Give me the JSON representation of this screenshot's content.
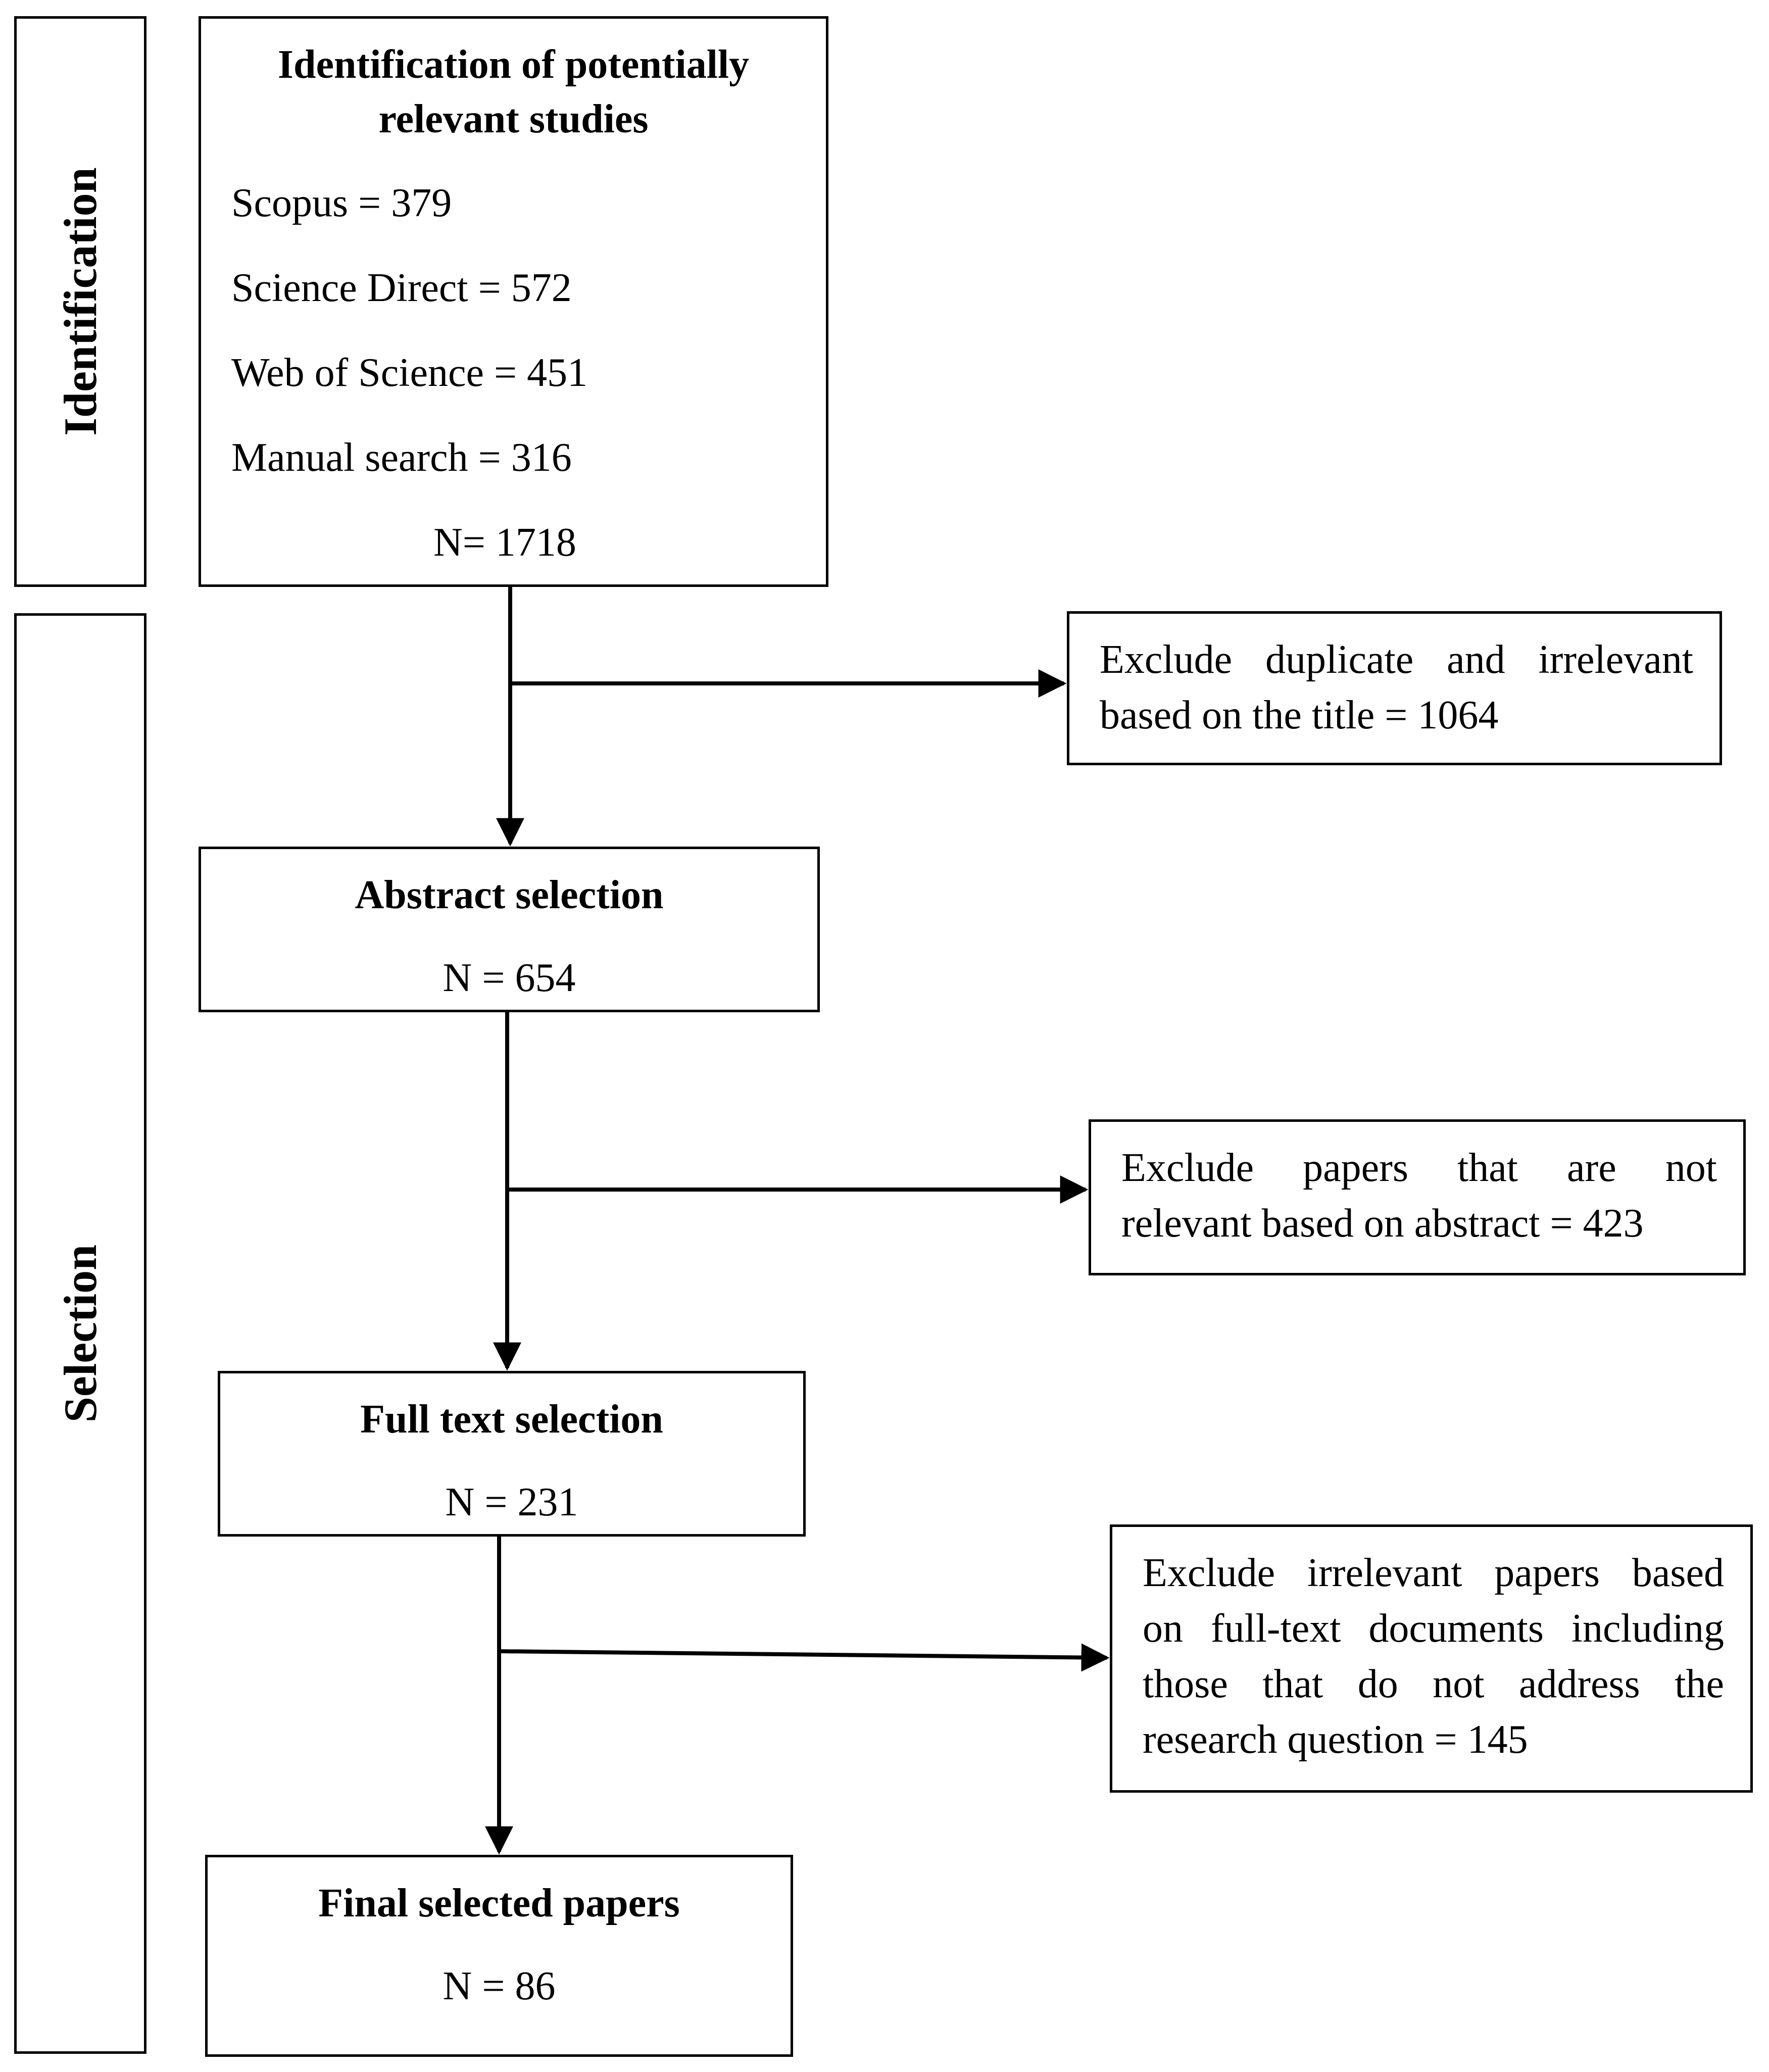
{
  "phases": {
    "identification": "Identification",
    "selection": "Selection"
  },
  "identification_box": {
    "title_line1": "Identification of potentially",
    "title_line2": "relevant studies",
    "sources": [
      "Scopus = 379",
      "Science Direct = 572",
      "Web of Science = 451",
      "Manual search = 316"
    ],
    "total": "N= 1718"
  },
  "exclusions": [
    {
      "lines": [
        "Exclude duplicate and irrelevant",
        "based on the title = 1064"
      ]
    },
    {
      "lines": [
        "Exclude papers that are not",
        "relevant based on abstract = 423"
      ]
    },
    {
      "lines": [
        "Exclude irrelevant papers based",
        "on full-text documents including",
        "those that do not address the",
        "research question = 145"
      ]
    }
  ],
  "stages": [
    {
      "title": "Abstract selection",
      "count": "N = 654"
    },
    {
      "title": "Full text selection",
      "count": "N = 231"
    },
    {
      "title": "Final selected papers",
      "count": "N = 86"
    }
  ]
}
